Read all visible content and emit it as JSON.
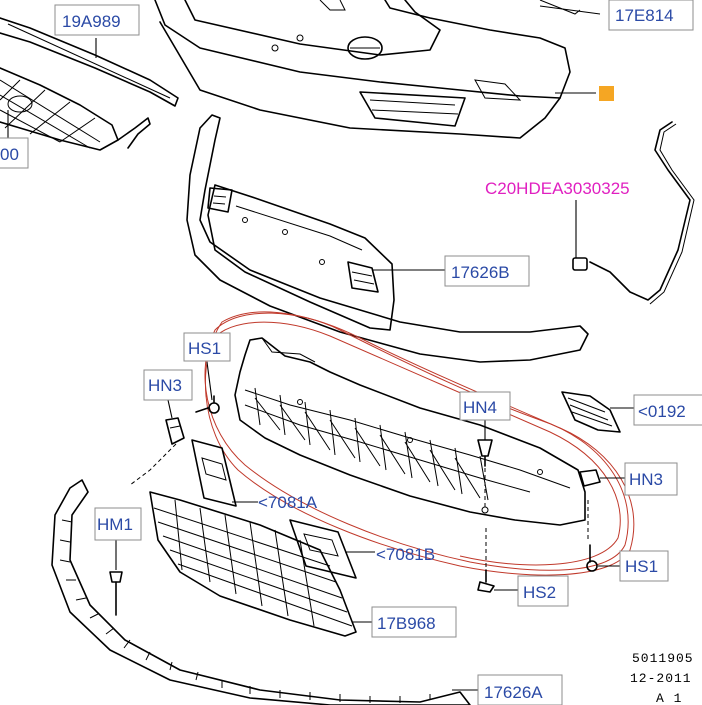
{
  "colors": {
    "callout_text": "#2b4aa6",
    "wiring_code": "#e020c0",
    "orange_marker": "#f5a623",
    "hand_sketch": "#c0392b",
    "line_art": "#000000"
  },
  "callouts": {
    "grille_upper": "19A989",
    "grille_left_partial": "00",
    "bracket_top_right": "17E814",
    "wiring_code": "C20HDEA3030325",
    "bumper_cover": "17626B",
    "hs1_upper": "HS1",
    "hn3_left": "HN3",
    "hn4": "HN4",
    "hn3_right": "HN3",
    "lamp_right_partial": "<0192",
    "hm1": "HM1",
    "bracket_7081a": "<7081A",
    "bracket_7081b": "<7081B",
    "hs1_lower": "HS1",
    "hs2": "HS2",
    "grille_lower": "17B968",
    "bumper_lower": "17626A"
  },
  "footer": {
    "ref_number": "5011905",
    "date": "12-2011",
    "page": "A 1"
  },
  "icons": [
    "orange-square-marker",
    "clip-fastener-icon",
    "screw-icon",
    "push-pin-icon"
  ]
}
